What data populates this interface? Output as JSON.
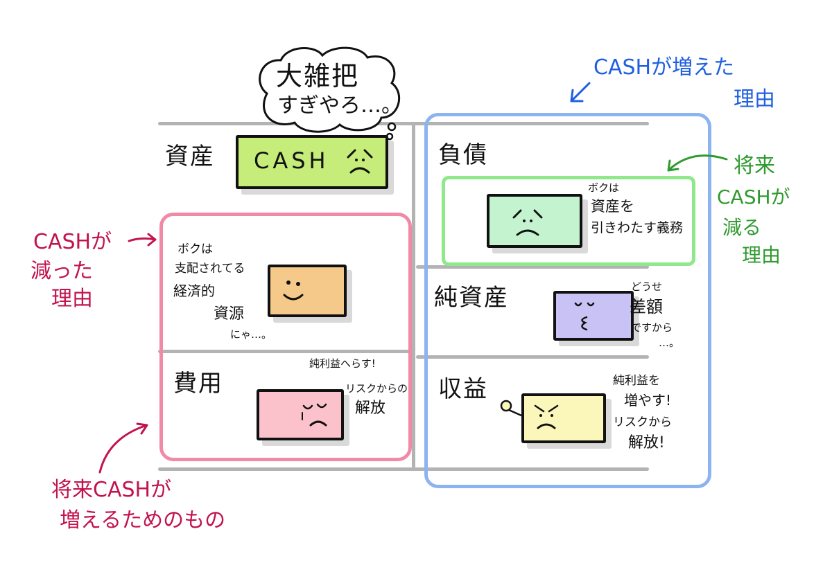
{
  "title": "Balance sheet / P&L characters",
  "thought_bubble": {
    "line1": "大雑把",
    "line2": "すぎやろ…。"
  },
  "accounts": {
    "assets": {
      "label": "資産",
      "card_text": "CASH",
      "card_color": "#c6ec7a"
    },
    "liabilities": {
      "label": "負債",
      "card_color": "#c4f4cf",
      "note": [
        "ボクは",
        "資産を",
        "引きわたす義務"
      ]
    },
    "net_assets": {
      "label": "純資産",
      "card_color": "#c9c2f4",
      "note": [
        "どうせ",
        "差額",
        "ですから",
        "…。"
      ]
    },
    "assets_resource": {
      "card_color": "#f5c98a",
      "note": [
        "ボクは",
        "支配されてる",
        "経済的",
        "資源",
        "にゃ…。"
      ]
    },
    "expenses": {
      "label": "費用",
      "card_color": "#fbc2cb",
      "note_top": "純利益へらす!",
      "note_bottom": [
        "リスクからの",
        "解放"
      ]
    },
    "revenue": {
      "label": "収益",
      "card_color": "#fbf6b9",
      "note": [
        "純利益を",
        "増やす!",
        "リスクから",
        "解放!"
      ]
    }
  },
  "annotations": {
    "cash_increased": {
      "text": [
        "CASHが増えた",
        "理由"
      ],
      "color": "#1f5fe0"
    },
    "future_cash_decrease": {
      "text": [
        "将来",
        "CASHが",
        "減る",
        "理由"
      ],
      "color": "#2f9a2f"
    },
    "cash_decreased": {
      "text": [
        "CASHが",
        "減った",
        "理由"
      ],
      "color": "#c2134f"
    },
    "future_cash_increase": {
      "text": [
        "将来CASHが",
        "増えるためのもの"
      ],
      "color": "#c2134f"
    }
  },
  "frame_colors": {
    "blue": "#8cb4f0",
    "pink": "#f08aa6",
    "green": "#8fe88a",
    "grid": "#b3b3b3"
  }
}
